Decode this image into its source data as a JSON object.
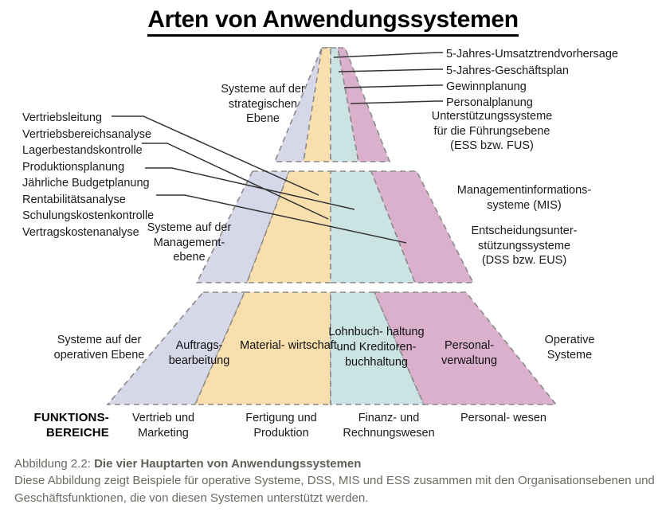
{
  "title": "Arten von Anwendungssystemen",
  "colors": {
    "band_sales": "#d6d7e8",
    "band_manufacturing": "#fadfae",
    "band_finance": "#cbe3e3",
    "band_hr": "#dbb0cc",
    "outline": "#8a8a8a",
    "leader": "#333333",
    "caption": "#6b6b63"
  },
  "levels": {
    "strategic": "Systeme auf der\nstrategischen\nEbene",
    "management": "Systeme auf der\nManagement-\nebene",
    "operational": "Systeme auf der\noperativen Ebene"
  },
  "top_examples": [
    "5-Jahres-Umsatztrendvorhersage",
    "5-Jahres-Geschäftsplan",
    "Gewinnplanung",
    "Personalplanung"
  ],
  "left_examples": [
    "Vertriebsleitung",
    "Vertriebsbereichsanalyse",
    "Lagerbestandskontrolle",
    "Produktionsplanung",
    "Jährliche Budgetplanung",
    "Rentabilitätsanalyse",
    "Schulungskostenkontrolle",
    "Vertragskostenanalyse"
  ],
  "system_types": {
    "ess": "Unterstützungssysteme\nfür die Führungsebene\n(ESS bzw. FUS)",
    "mis": "Managementinformations-\nsysteme (MIS)",
    "dss": "Entscheidungsunter-\nstützungssysteme\n(DSS bzw. EUS)",
    "operative": "Operative\nSysteme"
  },
  "operational_bands": [
    "Auftrags-\nbearbeitung",
    "Material-\nwirtschaft",
    "Lohnbuch-\nhaltung und\nKreditoren-\nbuchhaltung",
    "Personal-\nverwaltung"
  ],
  "functions": {
    "header": "FUNKTIONS-\nBEREICHE",
    "items": [
      "Vertrieb und\nMarketing",
      "Fertigung und\nProduktion",
      "Finanz- und\nRechnungswesen",
      "Personal-\nwesen"
    ]
  },
  "caption": {
    "figure_number": "Abbildung 2.2: ",
    "figure_title": "Die vier Hauptarten von Anwendungssystemen",
    "body": "Diese Abbildung zeigt Beispiele für operative Systeme, DSS, MIS und ESS zusammen mit den Organisationsebenen und Geschäftsfunktionen, die von diesen Systemen unterstützt werden."
  }
}
